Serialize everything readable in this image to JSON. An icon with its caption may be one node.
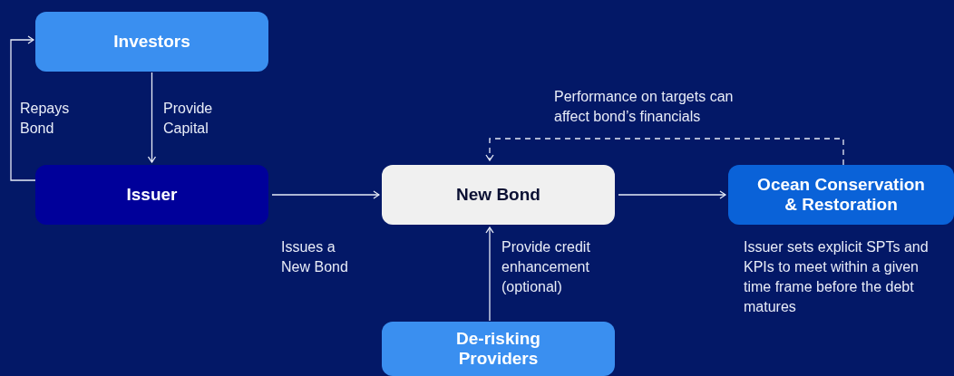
{
  "diagram": {
    "nodes": [
      {
        "text": [
          "Investors"
        ]
      },
      {
        "text": [
          "Issuer"
        ]
      },
      {
        "text": [
          "New Bond"
        ]
      },
      {
        "text": [
          "Ocean Conservation & Restoration"
        ],
        "beside": [
          "Issuer sets explicit SPTs and KPIs to meet within a given time frame before the debt matures"
        ]
      },
      {
        "text": [
          "De-risking Providers"
        ]
      }
    ],
    "edges": [
      {
        "from": 0,
        "to": 1,
        "arrow": "to",
        "label": "Provide Capital"
      },
      {
        "from": 1,
        "to": 0,
        "arrow": "to",
        "label": "Repays Bond"
      },
      {
        "from": 1,
        "to": 2,
        "arrow": "to",
        "label": "Issues a New Bond"
      },
      {
        "from": 2,
        "to": 3,
        "arrow": "to"
      },
      {
        "from": 4,
        "to": 2,
        "arrow": "to",
        "label": "Provide credit enhancement (optional)"
      },
      {
        "from": 3,
        "to": 2,
        "arrow": "to",
        "style": "dashed",
        "label": "Performance on targets can affect bond’s financials"
      }
    ]
  }
}
